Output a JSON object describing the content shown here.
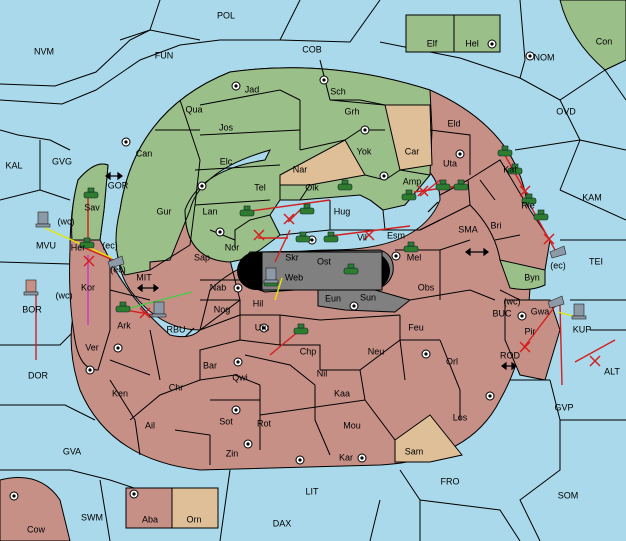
{
  "colors": {
    "sea": "#a9d9ea",
    "green": "#9bbf89",
    "red": "#c69087",
    "tan": "#dfbf98",
    "dark": "#808080",
    "black": "#000000",
    "arrow_red": "#d41f1f",
    "arrow_yellow": "#e6e600",
    "arrow_magenta": "#cc33cc",
    "arrow_green": "#44cc44"
  },
  "labels": {
    "POL": "POL",
    "NVM": "NVM",
    "FUN": "FUN",
    "COB": "COB",
    "NOM": "NOM",
    "Con": "Con",
    "Elf": "Elf",
    "Hel": "Hel",
    "KAL": "KAL",
    "GVG": "GVG",
    "OVD": "OVD",
    "KAM": "KAM",
    "TEI": "TEI",
    "GOR": "GOR",
    "SMA": "SMA",
    "MIT": "MIT",
    "RBU": "RBU",
    "BUC": "BUC",
    "BOR": "BOR",
    "DOR": "DOR",
    "MVU": "MVU",
    "KUP": "KUP",
    "ALT": "ALT",
    "ROD": "ROD",
    "GVP": "GVP",
    "GVA": "GVA",
    "FRO": "FRO",
    "LIT": "LIT",
    "SOM": "SOM",
    "SWM": "SWM",
    "DAX": "DAX",
    "Cow": "Cow",
    "Jad": "Jad",
    "Sch": "Sch",
    "Qua": "Qua",
    "Grh": "Grh",
    "Jos": "Jos",
    "Eld": "Eld",
    "Can": "Can",
    "Elc": "Elc",
    "Yok": "Yok",
    "Car": "Car",
    "Uta": "Uta",
    "Nar": "Nar",
    "Tel": "Tel",
    "Kat": "Kat",
    "Gur": "Gur",
    "Olk": "Olk",
    "Lan": "Lan",
    "Hug": "Hug",
    "Amp": "Amp",
    "Rie": "Rie",
    "Sav": "Sav",
    "Esm": "Esm",
    "Vil": "Vil",
    "Nor": "Nor",
    "Bri": "Bri",
    "Skr": "Skr",
    "Ost": "Ost",
    "Sap": "Sap",
    "Mel": "Mel",
    "Web": "Web",
    "Her": "Her",
    "Byn": "Byn",
    "Nab": "Nab",
    "Kor": "Kor",
    "Hil": "Hil",
    "Eun": "Eun",
    "Obs": "Obs",
    "Sun": "Sun",
    "Nog": "Nog",
    "Gwa": "Gwa",
    "Ark": "Ark",
    "Uru": "Uru",
    "Feu": "Feu",
    "Pir": "Pir",
    "Ver": "Ver",
    "Chp": "Chp",
    "Neu": "Neu",
    "Orl": "Orl",
    "Bar": "Bar",
    "Qwi": "Qwi",
    "Nil": "Nil",
    "Chr": "Chr",
    "Ken": "Ken",
    "Kaa": "Kaa",
    "Los": "Los",
    "Ail": "Ail",
    "Sot": "Sot",
    "Rot": "Rot",
    "Mou": "Mou",
    "Sam": "Sam",
    "Zin": "Zin",
    "Kar": "Kar",
    "Aba": "Aba",
    "Orn": "Orn",
    "wc1": "(wc)",
    "ec1": "(ec)",
    "ec2": "(ec)",
    "wc2": "(wc)",
    "wc3": "(wc)",
    "ec3": "(ec)"
  }
}
